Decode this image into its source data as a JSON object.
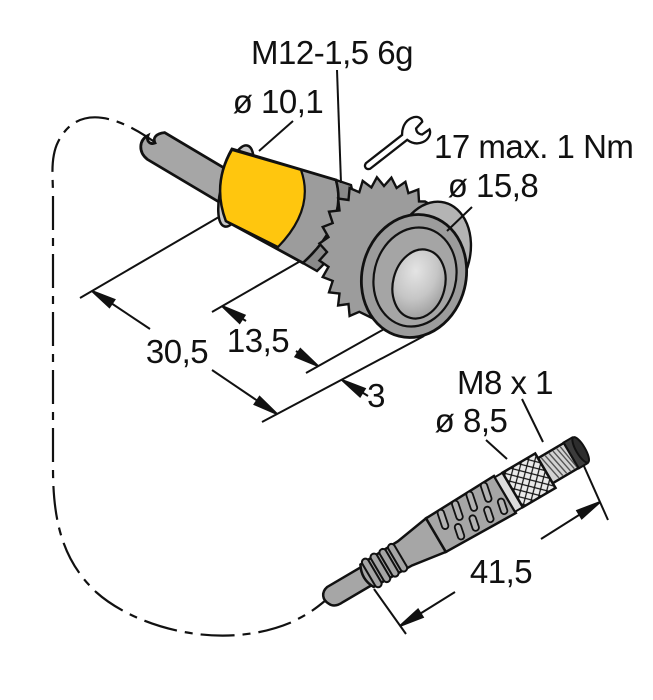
{
  "sensor": {
    "thread_label": "M12-1,5 6g",
    "body_diameter_label": "ø 10,1",
    "torque_label": "17 max. 1 Nm",
    "flange_diameter_label": "ø 15,8",
    "overall_length_label": "30,5",
    "thread_length_label": "13,5",
    "flange_thickness_label": "3"
  },
  "connector": {
    "thread_label": "M8 x 1",
    "diameter_label": "ø 8,5",
    "length_label": "41,5"
  },
  "colors": {
    "sensor_yellow": "#FFC60E",
    "metal_gray": "#9C9C9C",
    "line": "#111111"
  }
}
